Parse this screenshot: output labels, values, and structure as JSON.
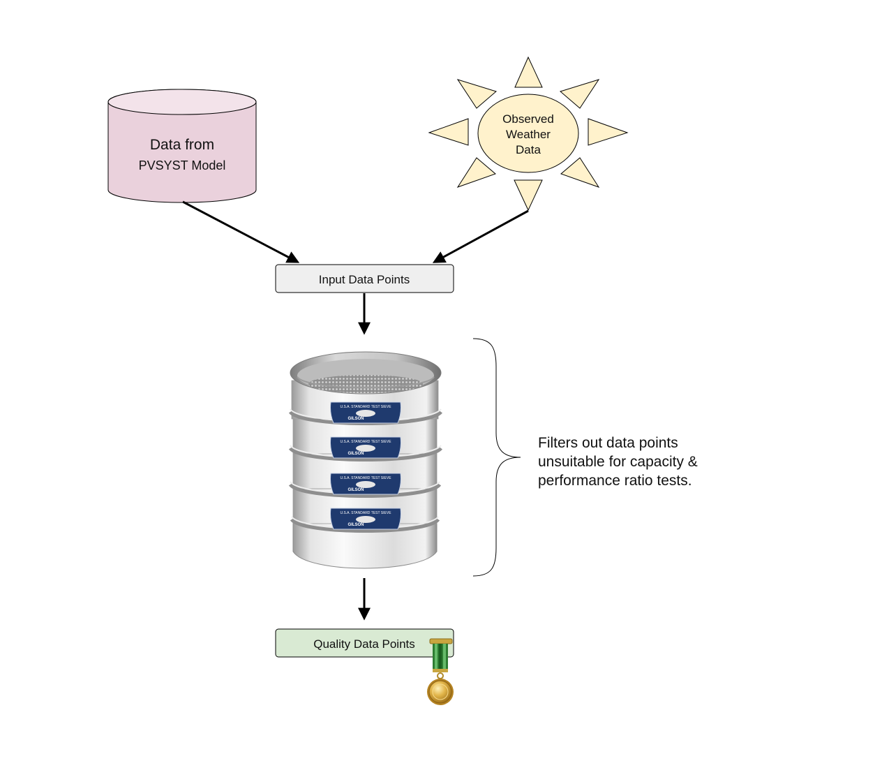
{
  "database": {
    "line1": "Data from",
    "line2": "PVSYST Model",
    "fill": "#ead1dc"
  },
  "weather": {
    "line1": "Observed",
    "line2": "Weather",
    "line3": "Data",
    "fill": "#fff2cc"
  },
  "input_box": {
    "label": "Input Data Points",
    "fill": "#efefef"
  },
  "filter": {
    "description_line1": "Filters out data points",
    "description_line2": "unsuitable for capacity &",
    "description_line3": "performance ratio tests.",
    "sieve_plate_text": "U.S.A. STANDARD TEST SIEVE",
    "sieve_brand": "GILSON"
  },
  "output_box": {
    "label": "Quality Data Points",
    "fill": "#d9ead3"
  },
  "icons": {
    "database": "cylinder-icon",
    "weather": "sun-icon",
    "filter": "sieve-stack-icon",
    "award": "medal-icon"
  }
}
